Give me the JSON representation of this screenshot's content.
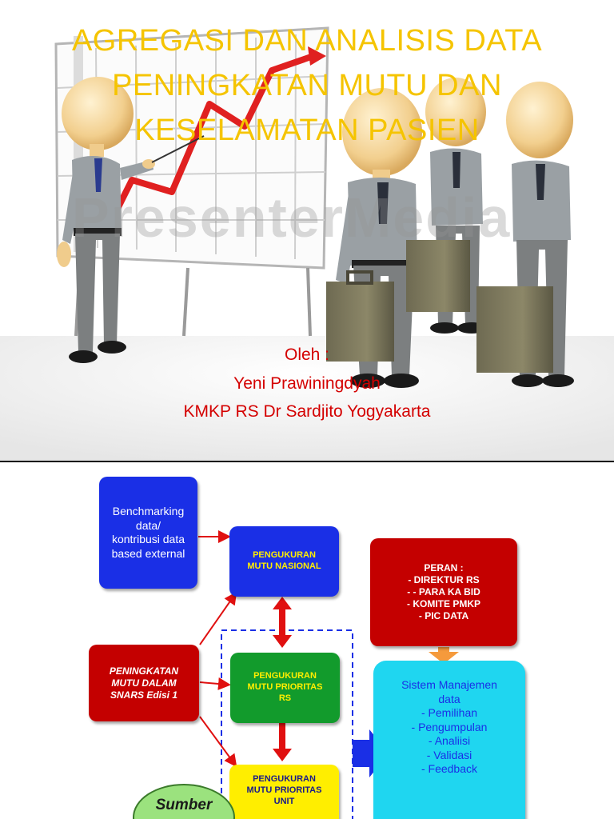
{
  "slide1": {
    "title_lines": [
      "AGREGASI DAN ANALISIS DATA",
      "PENINGKATAN MUTU DAN",
      "KESELAMATAN PASIEN"
    ],
    "credit_lines": [
      "Oleh :",
      "Yeni Prawiningdyah",
      "KMKP RS Dr Sardjito Yogyakarta"
    ],
    "watermark": "PresenterMedia",
    "colors": {
      "title": "#f5c400",
      "credit": "#d40000"
    }
  },
  "slide2": {
    "benchmark_lines": [
      "Benchmarking",
      "data/",
      "kontribusi data",
      "based external"
    ],
    "nasional_lines": [
      "PENGUKURAN",
      "MUTU NASIONAL"
    ],
    "peran_lines": [
      "PERAN :",
      "-  DIREKTUR RS",
      "-  - PARA KA BID",
      "-  KOMITE PMKP",
      "-  PIC DATA"
    ],
    "snars_lines": [
      "PENINGKATAN",
      "MUTU DALAM",
      "SNARS Edisi 1"
    ],
    "rs_lines": [
      "PENGUKURAN",
      "MUTU PRIORITAS",
      "RS"
    ],
    "unit_lines": [
      "PENGUKURAN",
      "MUTU PRIORITAS",
      "UNIT"
    ],
    "sistem_lines": [
      "Sistem Manajemen",
      "data",
      "-  Pemilihan",
      "-  Pengumpulan",
      "-  Analiisi",
      "-  Validasi",
      "-  Feedback"
    ],
    "sumber_label": "Sumber",
    "colors": {
      "blue": "#1a2fe6",
      "red": "#c40000",
      "green": "#129b2c",
      "yellow": "#ffee00",
      "cyan": "#1fd6f0",
      "lightgreen": "#9be27e",
      "orange": "#f59a3c"
    }
  }
}
